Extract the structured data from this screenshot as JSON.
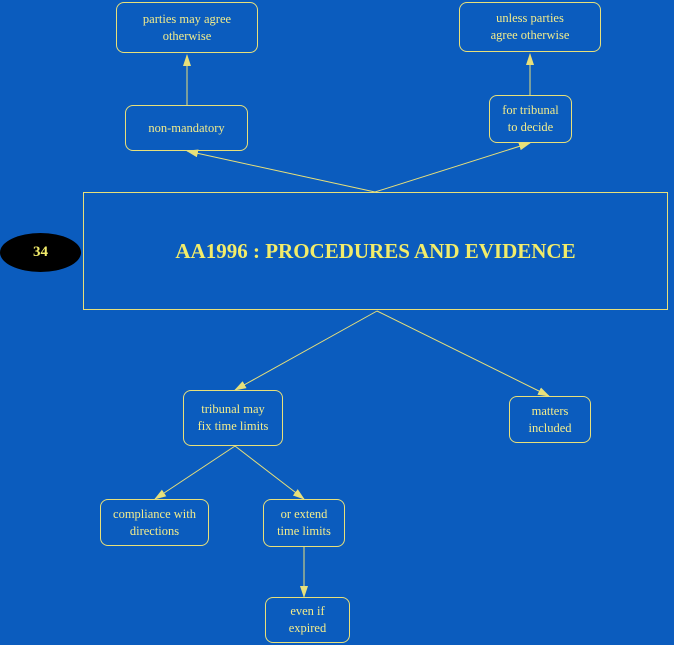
{
  "diagram": {
    "badge": "34",
    "title": "AA1996 : PROCEDURES AND EVIDENCE",
    "nodes": {
      "parties_may_agree": "parties may agree\notherwise",
      "unless_parties": "unless parties\nagree otherwise",
      "non_mandatory": "non-mandatory",
      "for_tribunal": "for tribunal\nto decide",
      "tribunal_may_fix": "tribunal may\nfix time limits",
      "matters_included": "matters\nincluded",
      "compliance": "compliance with\ndirections",
      "or_extend": "or extend\ntime limits",
      "even_if_expired": "even if\nexpired"
    }
  },
  "colors": {
    "background": "#0b5cbe",
    "line": "#e8e07a",
    "text": "#f2ec8c"
  }
}
